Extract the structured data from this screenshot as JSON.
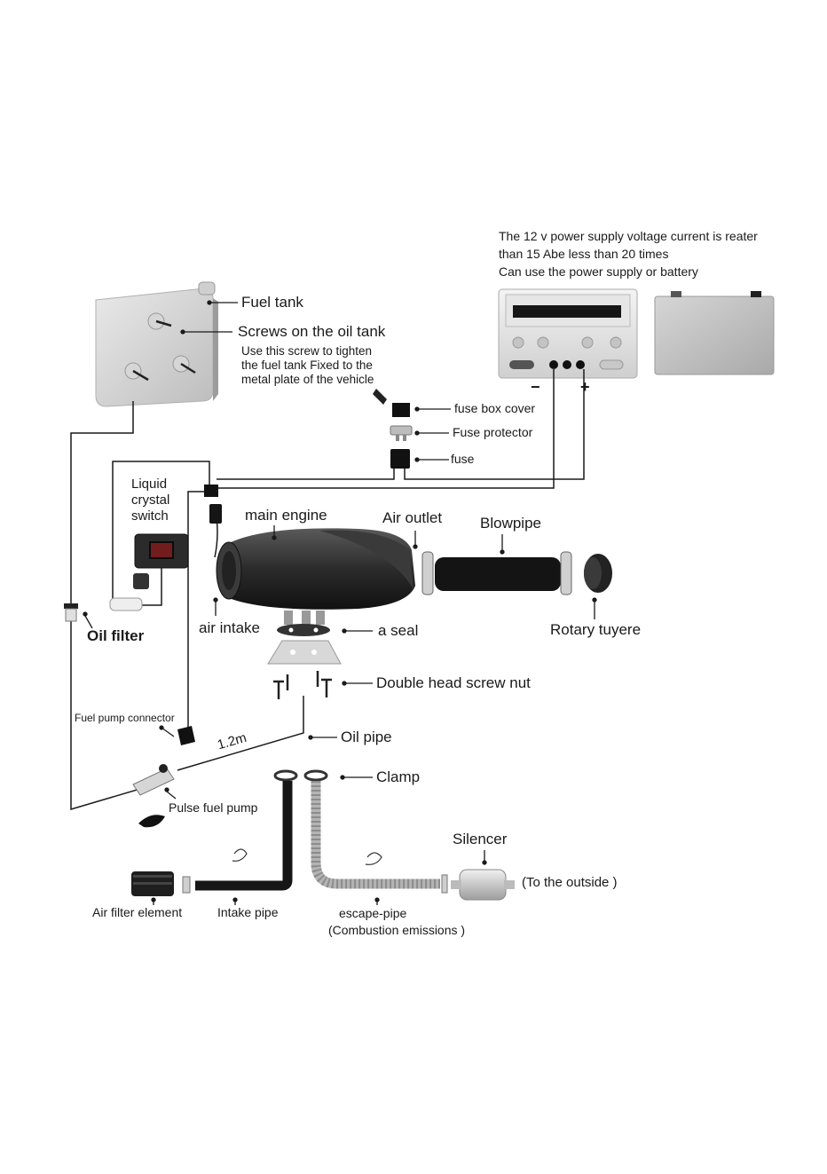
{
  "power_note": {
    "line1": "The 12 v power supply voltage current is reater",
    "line2": "than 15 Abe less than 20 times",
    "line3": "Can use the power supply or battery"
  },
  "polarity": {
    "minus": "−",
    "plus": "+"
  },
  "labels": {
    "fuel_tank": "Fuel tank",
    "screws_on_tank": "Screws on the oil tank",
    "screw_note_line1": "Use this screw to tighten",
    "screw_note_line2": "the fuel tank Fixed to the",
    "screw_note_line3": "metal plate of the vehicle",
    "fuse_box_cover": "fuse box cover",
    "fuse_protector": "Fuse protector",
    "fuse": "fuse",
    "lcd_line1": "Liquid",
    "lcd_line2": "crystal",
    "lcd_line3": "switch",
    "main_engine": "main engine",
    "air_outlet": "Air outlet",
    "blowpipe": "Blowpipe",
    "oil_filter": "Oil filter",
    "air_intake": "air intake",
    "seal": "a  seal",
    "rotary_tuyere": "Rotary tuyere",
    "double_head_screw_nut": "Double head screw nut",
    "fuel_pump_connector": "Fuel pump connector",
    "pipe_length": "1.2m",
    "oil_pipe": "Oil pipe",
    "clamp": "Clamp",
    "pulse_fuel_pump": "Pulse fuel pump",
    "silencer": "Silencer",
    "to_outside": "(To the outside )",
    "air_filter_element": "Air filter element",
    "intake_pipe": "Intake pipe",
    "escape_pipe": "escape-pipe",
    "combustion_emissions": "(Combustion emissions )"
  }
}
